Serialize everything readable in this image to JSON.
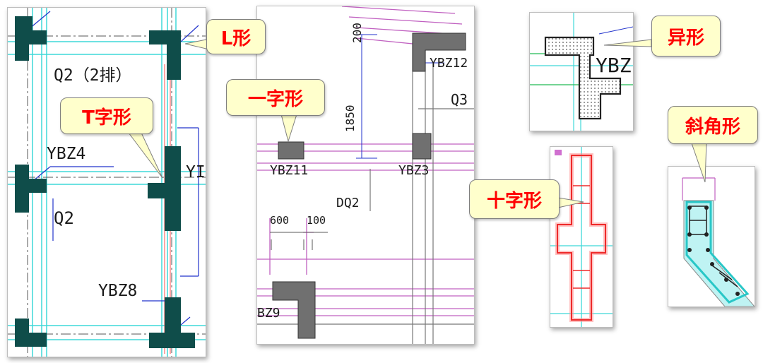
{
  "callouts": {
    "l_shape": "L形",
    "t_shape": "T字形",
    "straight": "一字形",
    "special": "异形",
    "cross": "十字形",
    "oblique": "斜角形"
  },
  "panel1": {
    "q2_double": "Q2（2排）",
    "ybz4": "YBZ4",
    "q2": "Q2",
    "ybz8": "YBZ8",
    "yb_cut": "YI"
  },
  "panel2": {
    "dim_200": "200",
    "dim_1850": "1850",
    "ybz12": "YBZ12",
    "q3": "Q3",
    "ybz11": "YBZ11",
    "ybz3": "YBZ3",
    "dq2": "DQ2",
    "dim_600": "600",
    "dim_100": "100",
    "bz9": "BZ9"
  },
  "panel3": {
    "ybz": "YBZ"
  },
  "colors": {
    "column_fill": "#0f4d4a",
    "gray_column": "#707070",
    "callout_bg": "#ffffcc",
    "callout_text": "#ff0000",
    "cyan": "#3fd8d8",
    "magenta": "#c060c0",
    "blue": "#2233cc"
  }
}
